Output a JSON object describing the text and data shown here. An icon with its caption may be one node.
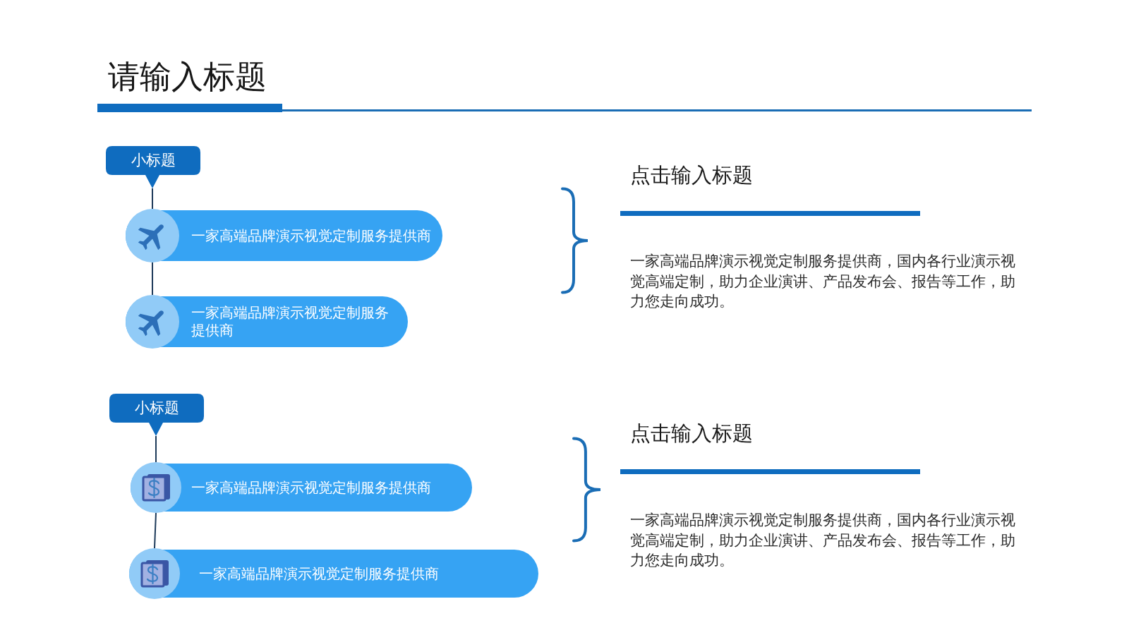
{
  "diagram": {
    "title": "请输入标题",
    "nodes": [
      {
        "text": [
          "小标题"
        ]
      },
      {
        "text": [
          "一家高端品牌演示视觉定制服务提供商"
        ]
      },
      {
        "text": [
          "一家高端品牌演示视觉定制服务提供商"
        ]
      },
      {
        "text": [
          "小标题"
        ]
      },
      {
        "text": [
          "一家高端品牌演示视觉定制服务提供商"
        ]
      },
      {
        "text": [
          "一家高端品牌演示视觉定制服务提供商"
        ]
      }
    ],
    "edges": [
      {
        "from": 0,
        "to": 1,
        "arrow": "none"
      },
      {
        "from": 1,
        "to": 2,
        "arrow": "none"
      },
      {
        "from": 3,
        "to": 4,
        "arrow": "none"
      },
      {
        "from": 4,
        "to": 5,
        "arrow": "none"
      }
    ],
    "labels": [
      "点击输入标题",
      "一家高端品牌演示视觉定制服务提供商，国内各行业演示视觉高端定制，助力企业演讲、产品发布会、报告等工作，助力您走向成功。",
      "点击输入标题",
      "一家高端品牌演示视觉定制服务提供商，国内各行业演示视觉高端定制，助力企业演讲、产品发布会、报告等工作，助力您走向成功。"
    ]
  }
}
